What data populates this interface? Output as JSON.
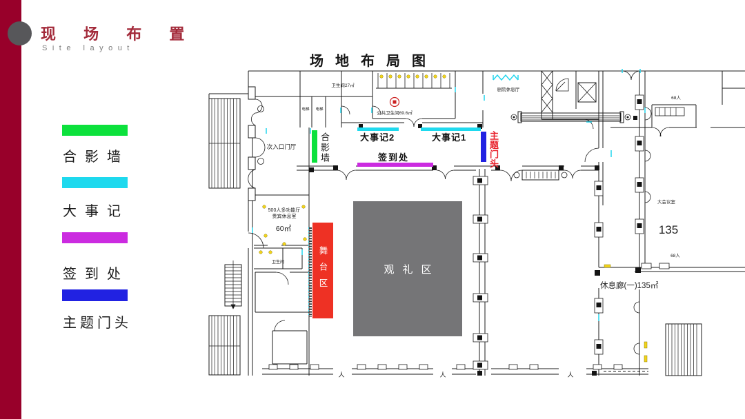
{
  "colors": {
    "accent_red": "#98002a",
    "title_red": "#a32a3a",
    "circle_gray": "#57575a",
    "green": "#0ce13c",
    "cyan": "#1ed9ee",
    "magenta": "#cb2be0",
    "blue": "#2122e2",
    "stage_red": "#ee3124",
    "audience_gray": "#757577",
    "gate_label_red": "#e8212c"
  },
  "header": {
    "title": "现 场 布 置",
    "subtitle": "Site layout"
  },
  "legend": {
    "photo_wall": "合影墙",
    "events": "大事记",
    "signin": "签到处",
    "gate": "主题门头"
  },
  "plan": {
    "title": "场地布局图",
    "overlays": {
      "photo_wall": "合影墙",
      "events2": "大事记2",
      "events1": "大事记1",
      "signin": "签到处",
      "gate": "主题门头",
      "stage": "舞台区",
      "audience": "观礼区"
    },
    "rooms": {
      "restroom27": "卫生间27㎡",
      "elevator": "电梯",
      "side_entrance": "次入口门厅",
      "public_restroom": "公共卫生间69.6㎡",
      "theater_lounge": "剧院休息厅",
      "hall_line1": "500人多功能厅",
      "hall_line2": "贵宾休息室",
      "hall_area": "60㎡",
      "restroom": "卫生间",
      "meeting_room": "大会议室",
      "num_135": "135",
      "capacity_68": "68人",
      "rest_corridor": "休息廊(一)135㎡",
      "door_glyph": "人"
    }
  }
}
